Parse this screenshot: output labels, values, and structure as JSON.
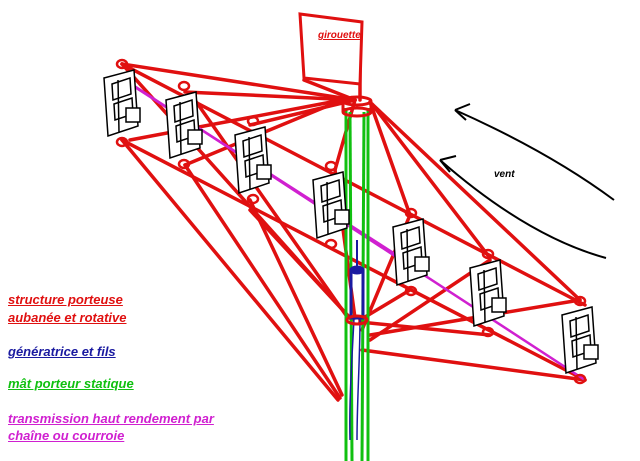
{
  "labels": {
    "girouette": "girouette",
    "vent": "vent"
  },
  "legend": [
    {
      "key": "structure",
      "lines": [
        "structure porteuse",
        "aubanée et rotative"
      ],
      "color": "#e01010"
    },
    {
      "key": "generatrice",
      "lines": [
        "génératrice et fils"
      ],
      "color": "#1a1aa0"
    },
    {
      "key": "mat",
      "lines": [
        "mât porteur statique"
      ],
      "color": "#10c010"
    },
    {
      "key": "transmission",
      "lines": [
        "transmission haut rendement par",
        "chaîne ou courroie"
      ],
      "color": "#d020d0"
    }
  ],
  "colors": {
    "structure": "#e01010",
    "generator": "#1a1aa0",
    "mast": "#10c010",
    "transmission": "#d020d0",
    "outline": "#000000"
  }
}
